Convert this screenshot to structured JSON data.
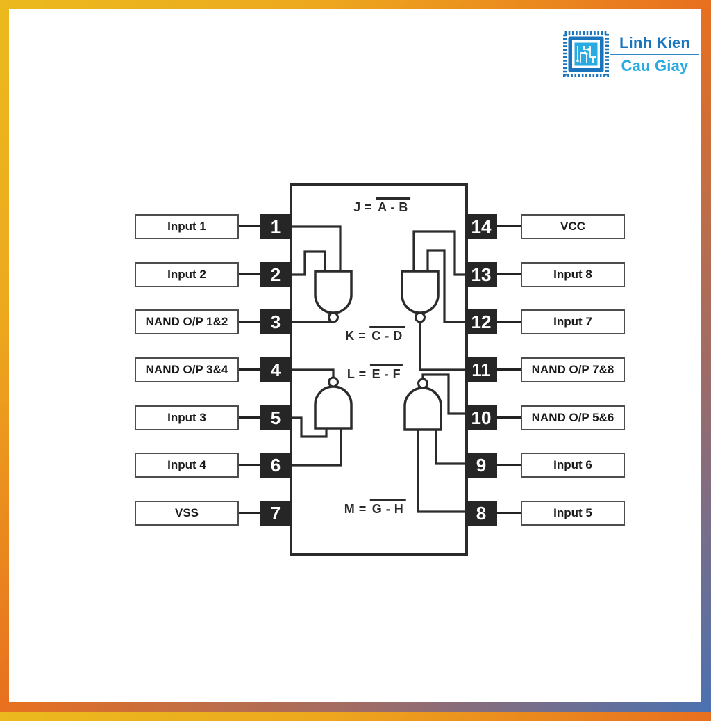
{
  "logo": {
    "line1": "Linh Kien",
    "line2": "Cau Giay",
    "icon": "chip-icon",
    "colors": {
      "dark_blue": "#1B75BC",
      "light_blue": "#29ABE2"
    }
  },
  "frame": {
    "gradient_colors": [
      "#EBBA1E",
      "#E8701F",
      "#4A71B2"
    ]
  },
  "ic": {
    "ink_color": "#2b2b2b",
    "pin_box_color": "#262626",
    "left_pins": [
      {
        "number": "1",
        "label": "Input 1"
      },
      {
        "number": "2",
        "label": "Input 2"
      },
      {
        "number": "3",
        "label": "NAND O/P 1&2"
      },
      {
        "number": "4",
        "label": "NAND O/P 3&4"
      },
      {
        "number": "5",
        "label": "Input 3"
      },
      {
        "number": "6",
        "label": "Input 4"
      },
      {
        "number": "7",
        "label": "VSS"
      }
    ],
    "right_pins": [
      {
        "number": "14",
        "label": "VCC"
      },
      {
        "number": "13",
        "label": "Input 8"
      },
      {
        "number": "12",
        "label": "Input 7"
      },
      {
        "number": "11",
        "label": "NAND O/P 7&8"
      },
      {
        "number": "10",
        "label": "NAND O/P 5&6"
      },
      {
        "number": "9",
        "label": "Input 6"
      },
      {
        "number": "8",
        "label": "Input 5"
      }
    ],
    "equations": [
      {
        "lhs": "J =",
        "rhs": "A - B"
      },
      {
        "lhs": "K =",
        "rhs": "C - D"
      },
      {
        "lhs": "L =",
        "rhs": "E - F"
      },
      {
        "lhs": "M =",
        "rhs": "G - H"
      }
    ]
  }
}
